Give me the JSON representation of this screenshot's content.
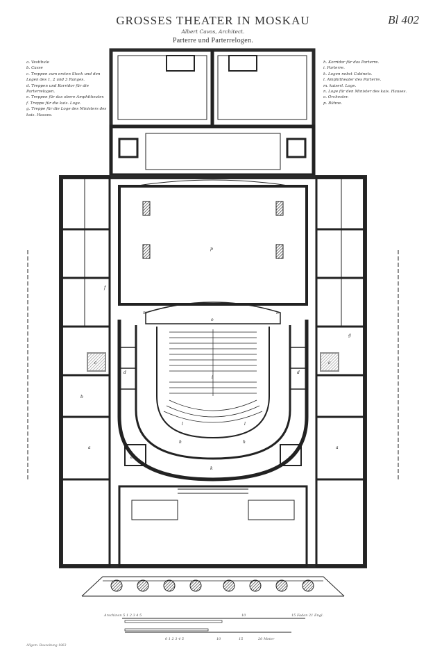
{
  "header": {
    "title": "GROSSES THEATER IN MOSKAU",
    "plate_number": "Bl 402",
    "author": "Albert Cavos, Architect.",
    "subtitle": "Parterre und Parterrelogen."
  },
  "legend_left": [
    {
      "key": "a.",
      "text": "Vestibule"
    },
    {
      "key": "b.",
      "text": "Casse"
    },
    {
      "key": "c.",
      "text": "Treppen zum ersten Stock und den Logen des 1, 2 und 3 Ranges."
    },
    {
      "key": "d.",
      "text": "Treppen und Korridor für die Parterrelogen."
    },
    {
      "key": "e.",
      "text": "Treppen für das obere Amphitheater."
    },
    {
      "key": "f.",
      "text": "Treppe für die kais. Loge."
    },
    {
      "key": "g.",
      "text": "Treppe für die Loge des Ministers des kais. Hauses."
    }
  ],
  "legend_right": [
    {
      "key": "h.",
      "text": "Korridor für das Parterre."
    },
    {
      "key": "i.",
      "text": "Parterre."
    },
    {
      "key": "k.",
      "text": "Logen nebst Cabinets."
    },
    {
      "key": "l.",
      "text": "Amphitheater des Parterre."
    },
    {
      "key": "m.",
      "text": "kaiserl. Loge."
    },
    {
      "key": "n.",
      "text": "Loge für den Minister des kais. Hauses."
    },
    {
      "key": "o.",
      "text": "Orchester."
    },
    {
      "key": "p.",
      "text": "Bühne."
    }
  ],
  "plan_labels": {
    "a": "a",
    "b": "b",
    "c": "c",
    "d": "d",
    "e": "e",
    "f": "f",
    "g": "g",
    "h": "h",
    "i": "i",
    "k": "k",
    "l": "l",
    "m": "m",
    "n": "n",
    "o": "o",
    "p": "p"
  },
  "scale": {
    "upper_left": "Arschinen 5 1 2 3 4 5",
    "upper_mid": "10",
    "upper_right": "15 Faden 21 Engl.",
    "lower_left": "0 1 2 3 4 5",
    "lower_mid": "10",
    "lower_mid2": "15",
    "lower_right": "20 Meter"
  },
  "signature": "Allgem. Bauzeitung 1863"
}
